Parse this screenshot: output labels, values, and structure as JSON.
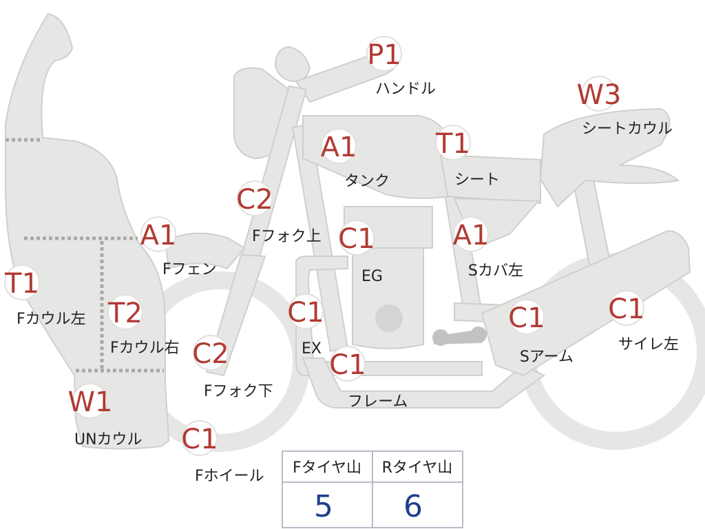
{
  "parts": [
    {
      "code": "P1",
      "name": "ハンドル"
    },
    {
      "code": "W3",
      "name": "シートカウル"
    },
    {
      "code": "A1",
      "name": "タンク"
    },
    {
      "code": "T1",
      "name": "シート"
    },
    {
      "code": "C2",
      "name": "Fフォク上"
    },
    {
      "code": "A1",
      "name": "Fフェン"
    },
    {
      "code": "C1",
      "name": "EG"
    },
    {
      "code": "A1",
      "name": "Sカバ左"
    },
    {
      "code": "T1",
      "name": "Fカウル左"
    },
    {
      "code": "T2",
      "name": "Fカウル右"
    },
    {
      "code": "C1",
      "name": "EX"
    },
    {
      "code": "C1",
      "name": "Sアーム"
    },
    {
      "code": "C1",
      "name": "サイレ左"
    },
    {
      "code": "C2",
      "name": "Fフォク下"
    },
    {
      "code": "C1",
      "name": "フレーム"
    },
    {
      "code": "W1",
      "name": "UNカウル"
    },
    {
      "code": "C1",
      "name": "Fホイール"
    }
  ],
  "tire_table": {
    "headers": [
      "Fタイヤ山",
      "Rタイヤ山"
    ],
    "values": [
      "5",
      "6"
    ]
  },
  "colors": {
    "body_fill": "#e6e6e4",
    "body_stroke": "#c8c8c6",
    "badge_fill": "#ffffff",
    "code_text": "#b13a33",
    "value_text": "#1f3f8a"
  }
}
